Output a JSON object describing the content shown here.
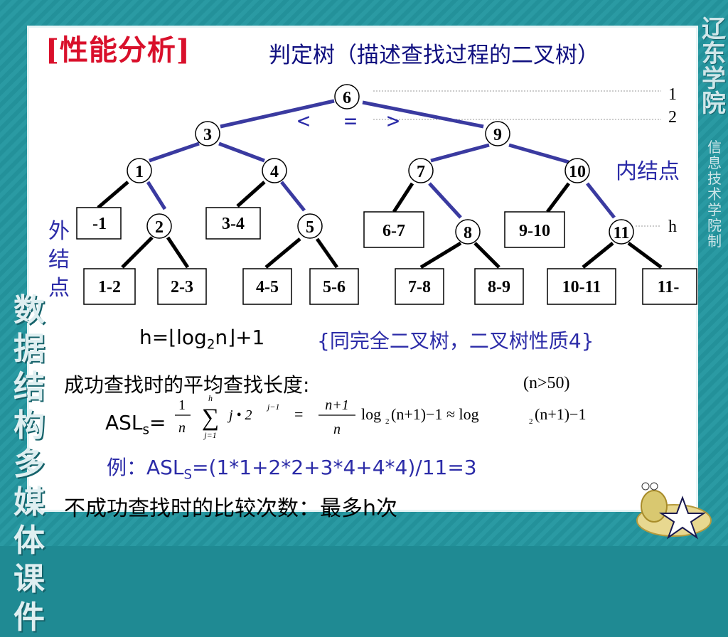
{
  "slide": {
    "title": "[性能分析]",
    "subtitle": "判定树（描述查找过程的二叉树）",
    "level_labels": [
      "1",
      "2",
      "h"
    ],
    "inequality": [
      "<",
      "=",
      ">"
    ],
    "internal_label": "内结点",
    "external_label": [
      "外",
      "结",
      "点"
    ],
    "internal_nodes": [
      "6",
      "3",
      "9",
      "1",
      "4",
      "7",
      "10",
      "2",
      "5",
      "8",
      "11"
    ],
    "external_nodes": [
      "-1",
      "3-4",
      "6-7",
      "9-10",
      "1-2",
      "2-3",
      "4-5",
      "5-6",
      "7-8",
      "8-9",
      "10-11",
      "11-"
    ],
    "height_formula": {
      "prefix": "h=⌊log",
      "sub": "2",
      "suffix": "n⌋+1"
    },
    "height_note": "{同完全二叉树，二叉树性质4}",
    "success_line": "成功查找时的平均查找长度:",
    "condition": "(n>50)",
    "asl_label": {
      "main": "ASL",
      "sub": "s",
      "eq": "="
    },
    "asl_formula": {
      "frac1_num": "1",
      "frac1_den": "n",
      "sum_top": "h",
      "sum_bottom": "j=1",
      "term": "j • 2",
      "term_exp": "j−1",
      "eq": "=",
      "frac2_num": "n+1",
      "frac2_den": "n",
      "tail1": "log",
      "tail1_sub": "2",
      "tail1_rest": "(n+1)−1 ≈ log",
      "tail2_sub": "2",
      "tail2_rest": "(n+1)−1"
    },
    "example": {
      "prefix": "例：ASL",
      "sub": "S",
      "suffix": "=(1*1+2*2+3*4+4*4)/11=3"
    },
    "fail_line": "不成功查找时的比较次数：最多h次",
    "left_vertical": [
      "数",
      "据",
      "结",
      "构",
      "多",
      "媒",
      "体",
      "课",
      "件"
    ],
    "right_vertical": [
      "辽",
      "东",
      "学",
      "院"
    ],
    "right_vertical_small": [
      "信",
      "息",
      "技",
      "术",
      "学",
      "院",
      "制"
    ]
  },
  "colors": {
    "title": "#d9102b",
    "accent": "#2c2ca8",
    "background": "#1f8a93"
  }
}
